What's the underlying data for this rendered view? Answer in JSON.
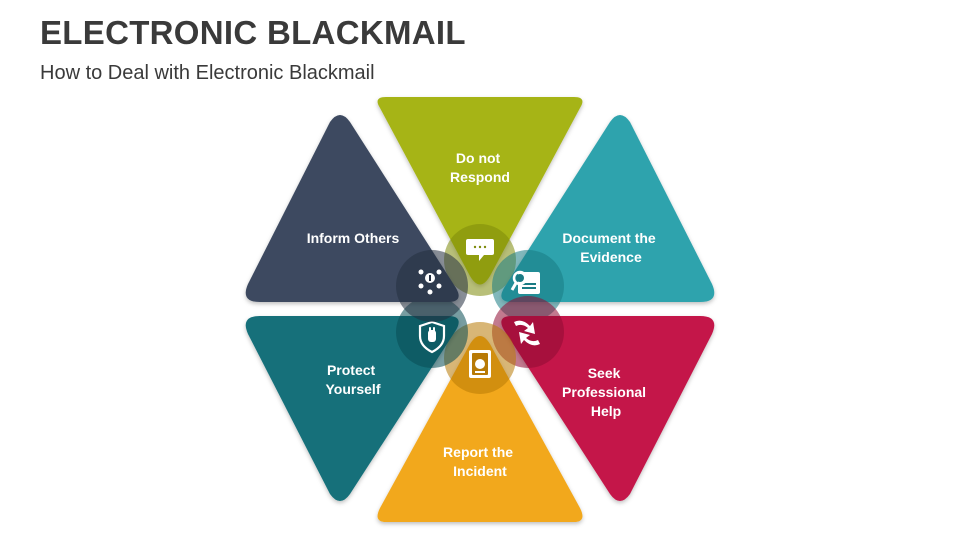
{
  "header": {
    "title": "ELECTRONIC BLACKMAIL",
    "subtitle": "How to Deal with Electronic Blackmail"
  },
  "segments": [
    {
      "label_lines": [
        "Do not",
        "Respond"
      ],
      "icon": "chat-bubble-icon",
      "color": "#a6b416"
    },
    {
      "label_lines": [
        "Document the",
        "Evidence"
      ],
      "icon": "document-magnifier-icon",
      "color": "#2fa3ad"
    },
    {
      "label_lines": [
        "Seek",
        "Professional",
        "Help"
      ],
      "icon": "handshake-arrows-icon",
      "color": "#c4174a"
    },
    {
      "label_lines": [
        "Report the",
        "Incident"
      ],
      "icon": "report-badge-icon",
      "color": "#f2a81d"
    },
    {
      "label_lines": [
        "Protect",
        "Yourself"
      ],
      "icon": "shield-hand-icon",
      "color": "#12707a"
    },
    {
      "label_lines": [
        "Inform Others"
      ],
      "icon": "people-network-icon",
      "color": "#3c4a61"
    }
  ]
}
